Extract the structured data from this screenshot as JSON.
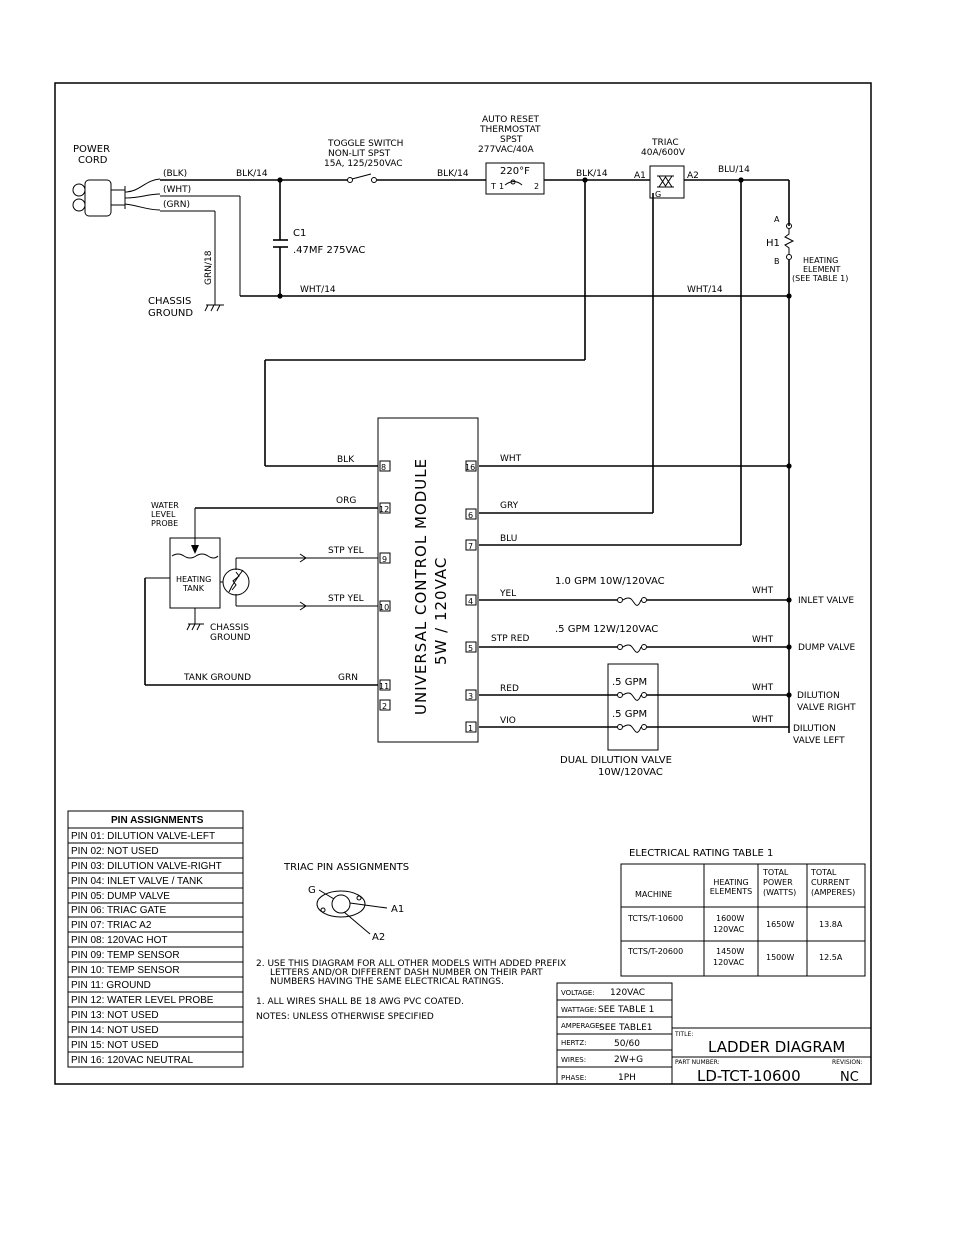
{
  "power": {
    "title_1": "POWER",
    "title_2": "CORD",
    "blk": "(BLK)",
    "wht": "(WHT)",
    "grn": "(GRN)",
    "grn18": "GRN/18",
    "chassis_1": "CHASSIS",
    "chassis_2": "GROUND"
  },
  "wires": {
    "blk14_a": "BLK/14",
    "blk14_b": "BLK/14",
    "blk14_c": "BLK/14",
    "blu14": "BLU/14",
    "wht14_a": "WHT/14",
    "wht14_b": "WHT/14"
  },
  "toggle": {
    "l1": "TOGGLE SWITCH",
    "l2": "NON-LIT SPST",
    "l3": "15A, 125/250VAC"
  },
  "thermostat": {
    "l1": "AUTO RESET",
    "l2": "THERMOSTAT",
    "l3": "SPST",
    "l4": "277VAC/40A",
    "temp": "220°F",
    "p1": "1",
    "p2": "2",
    "t": "T"
  },
  "triac": {
    "l1": "TRIAC",
    "l2": "40A/600V",
    "a1": "A1",
    "a2": "A2",
    "g": "G"
  },
  "capacitor": {
    "name": "C1",
    "value": ".47MF 275VAC"
  },
  "heater": {
    "name": "H1",
    "a": "A",
    "b": "B",
    "l1": "HEATING",
    "l2": "ELEMENT",
    "l3": "(SEE TABLE 1)"
  },
  "module": {
    "title_1": "UNIVERSAL CONTROL MODULE",
    "title_2": "5W / 120VAC",
    "pins_left": [
      "8",
      "12",
      "9",
      "10",
      "11",
      "2"
    ],
    "pins_right": [
      "16",
      "6",
      "7",
      "4",
      "5",
      "3",
      "1"
    ]
  },
  "left_wires": {
    "blk": "BLK",
    "org": "ORG",
    "stp1": "STP YEL",
    "stp2": "STP YEL",
    "tank_ground": "TANK GROUND",
    "grn": "GRN"
  },
  "right_wires": {
    "wht": "WHT",
    "gry": "GRY",
    "blu": "BLU",
    "yel": "YEL",
    "stp_red": "STP RED",
    "red": "RED",
    "vio": "VIO"
  },
  "probe": {
    "l1": "WATER",
    "l2": "LEVEL",
    "l3": "PROBE",
    "tank_1": "HEATING",
    "tank_2": "TANK",
    "cg_1": "CHASSIS",
    "cg_2": "GROUND"
  },
  "valves": {
    "inlet_rate": "1.0 GPM 10W/120VAC",
    "dump_rate": ".5 GPM 12W/120VAC",
    "wht": "WHT",
    "inlet": "INLET VALVE",
    "dump": "DUMP VALVE",
    "gpm_a": ".5 GPM",
    "gpm_b": ".5 GPM",
    "dil_right_1": "DILUTION",
    "dil_right_2": "VALVE RIGHT",
    "dil_left_1": "DILUTION",
    "dil_left_2": "VALVE LEFT",
    "dual_1": "DUAL DILUTION VALVE",
    "dual_2": "10W/120VAC"
  },
  "pin_table": {
    "title": "PIN ASSIGNMENTS",
    "rows": [
      "PIN 01: DILUTION VALVE-LEFT",
      "PIN 02: NOT USED",
      "PIN 03: DILUTION VALVE-RIGHT",
      "PIN 04: INLET VALVE / TANK",
      "PIN 05: DUMP VALVE",
      "PIN 06: TRIAC GATE",
      "PIN 07: TRIAC A2",
      "PIN 08: 120VAC HOT",
      "PIN 09: TEMP SENSOR",
      "PIN 10: TEMP SENSOR",
      "PIN 11: GROUND",
      "PIN 12: WATER LEVEL PROBE",
      "PIN 13: NOT USED",
      "PIN 14: NOT USED",
      "PIN 15: NOT USED",
      "PIN 16: 120VAC NEUTRAL"
    ]
  },
  "triac_pins": {
    "title": "TRIAC PIN ASSIGNMENTS",
    "g": "G",
    "a1": "A1",
    "a2": "A2"
  },
  "notes": {
    "n2_1": "2. USE THIS DIAGRAM FOR ALL OTHER MODELS WITH ADDED PREFIX",
    "n2_2": "LETTERS AND/OR DIFFERENT DASH NUMBER ON THEIR PART",
    "n2_3": "NUMBERS HAVING THE SAME ELECTRICAL RATINGS.",
    "n1": "1. ALL WIRES SHALL BE 18 AWG PVC COATED.",
    "n0": "NOTES: UNLESS OTHERWISE SPECIFIED"
  },
  "rating_table": {
    "title": "ELECTRICAL RATING TABLE 1",
    "headers": [
      "MACHINE",
      "HEATING ELEMENTS",
      "TOTAL POWER (WATTS)",
      "TOTAL CURRENT (AMPERES)"
    ],
    "rows": [
      {
        "machine": "TCTS/T-10600",
        "elements": [
          "1600W",
          "120VAC"
        ],
        "power": "1650W",
        "current": "13.8A"
      },
      {
        "machine": "TCTS/T-20600",
        "elements": [
          "1450W",
          "120VAC"
        ],
        "power": "1500W",
        "current": "12.5A"
      }
    ]
  },
  "title_block": {
    "voltage_k": "VOLTAGE:",
    "voltage_v": "120VAC",
    "wattage_k": "WATTAGE:",
    "wattage_v": "SEE TABLE 1",
    "amperage_k": "AMPERAGE:",
    "amperage_v": "SEE TABLE1",
    "hertz_k": "HERTZ:",
    "hertz_v": "50/60",
    "wires_k": "WIRES:",
    "wires_v": "2W+G",
    "phase_k": "PHASE:",
    "phase_v": "1PH",
    "title_k": "TITLE:",
    "title_v": "LADDER DIAGRAM",
    "part_k": "PART NUMBER:",
    "part_v": "LD-TCT-10600",
    "rev_k": "REVISION:",
    "rev_v": "NC"
  }
}
